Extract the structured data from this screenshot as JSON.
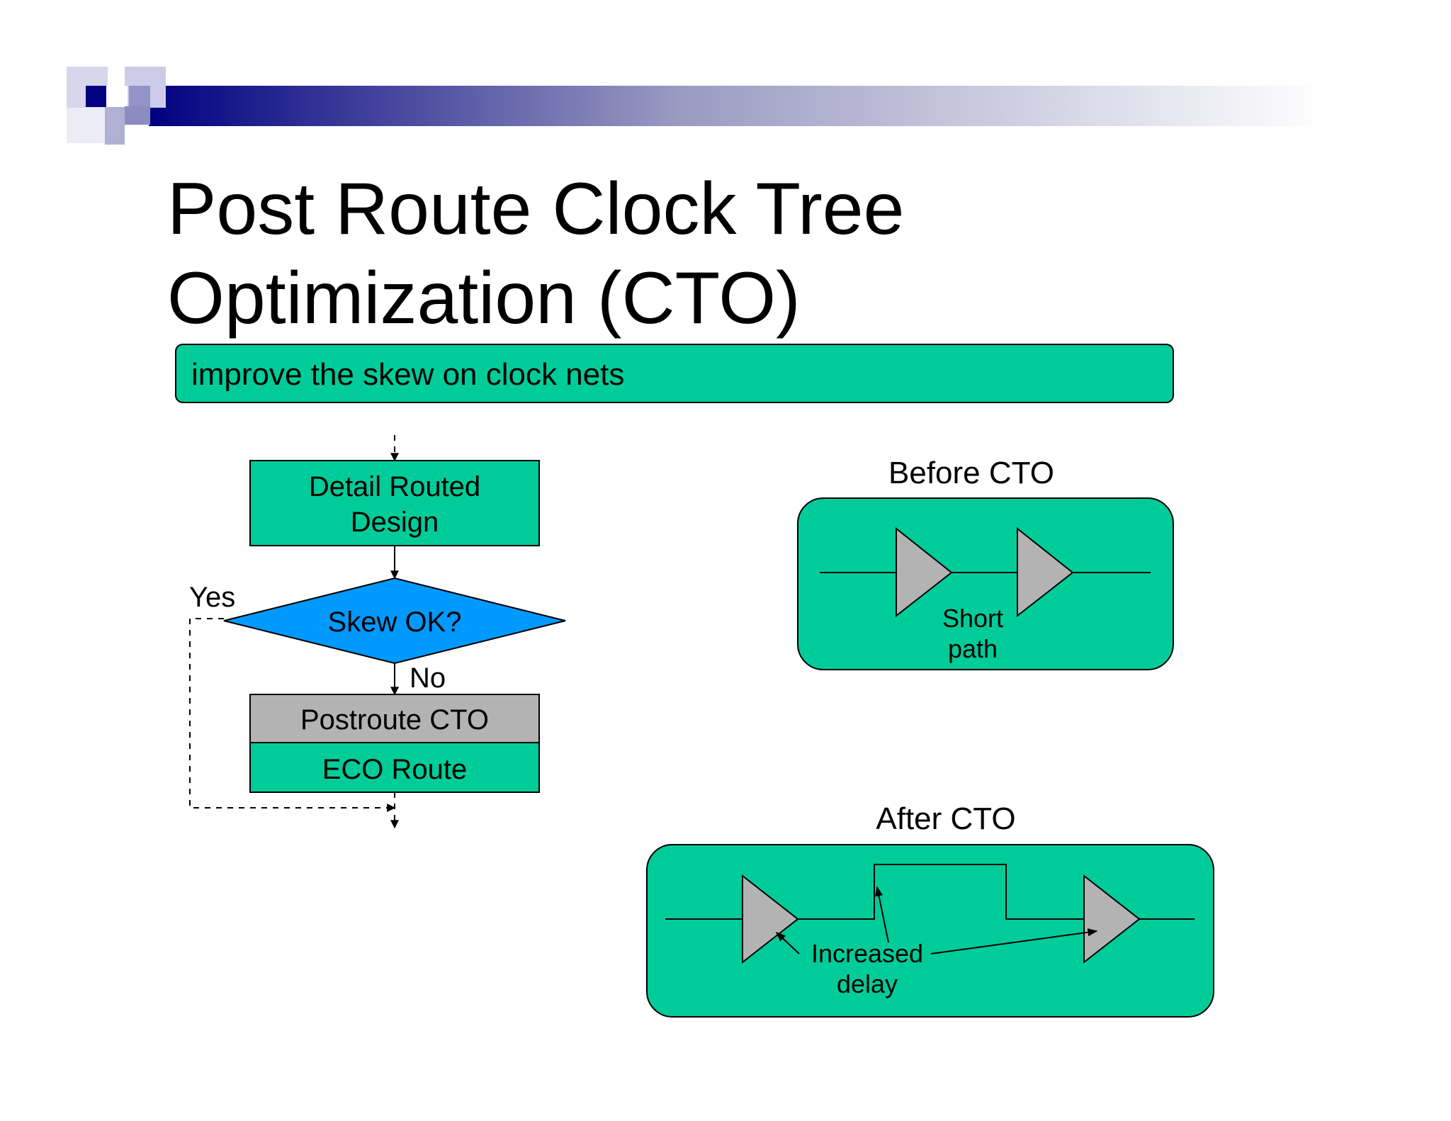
{
  "title": {
    "line1": "Post Route Clock Tree",
    "line2": "Optimization (CTO)"
  },
  "banner": {
    "text": "improve the skew on clock nets"
  },
  "flow": {
    "start_box": {
      "line1": "Detail Routed",
      "line2": "Design"
    },
    "decision": "Skew OK?",
    "yes_label": "Yes",
    "no_label": "No",
    "cto_box": "Postroute CTO",
    "eco_box": "ECO Route"
  },
  "before": {
    "heading": "Before CTO",
    "note_line1": "Short",
    "note_line2": "path"
  },
  "after": {
    "heading": "After CTO",
    "note_line1": "Increased",
    "note_line2": "delay"
  },
  "colors": {
    "green": "#00cc99",
    "blue": "#0099ff",
    "gray": "#b3b3b3",
    "navy": "#000080",
    "black": "#000000"
  },
  "icons": {
    "logo": "pixel-squares-logo",
    "buffer": "buffer-triangle-icon"
  }
}
